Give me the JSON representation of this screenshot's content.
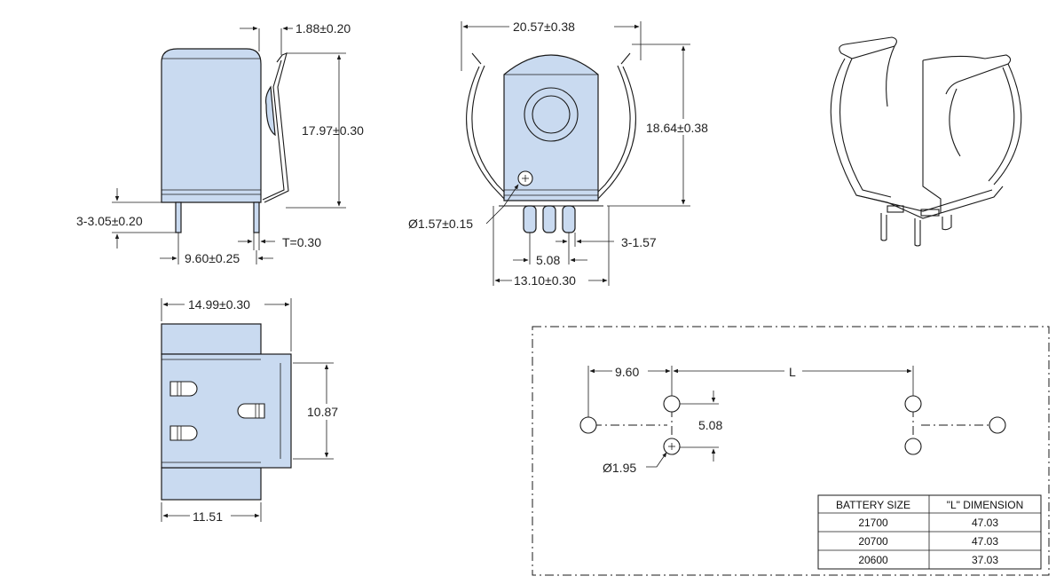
{
  "side_view": {
    "thickness_top": "1.88±0.20",
    "height": "17.97±0.30",
    "pin_length": "3-3.05±0.20",
    "thickness_T": "T=0.30",
    "pin_offset": "9.60±0.25"
  },
  "front_view": {
    "width_top": "20.57±0.38",
    "height": "18.64±0.38",
    "hole_dia": "Ø1.57±0.15",
    "pin_width": "3-1.57",
    "pin_pitch": "5.08",
    "base_width": "13.10±0.30"
  },
  "bottom_view": {
    "width_top": "14.99±0.30",
    "height": "10.87",
    "width_bottom": "11.51"
  },
  "footprint": {
    "offset": "9.60",
    "length_label": "L",
    "pitch": "5.08",
    "hole_dia": "Ø1.95",
    "table": {
      "headers": [
        "BATTERY SIZE",
        "\"L\" DIMENSION"
      ],
      "rows": [
        [
          "21700",
          "47.03"
        ],
        [
          "20700",
          "47.03"
        ],
        [
          "20600",
          "37.03"
        ]
      ]
    }
  }
}
